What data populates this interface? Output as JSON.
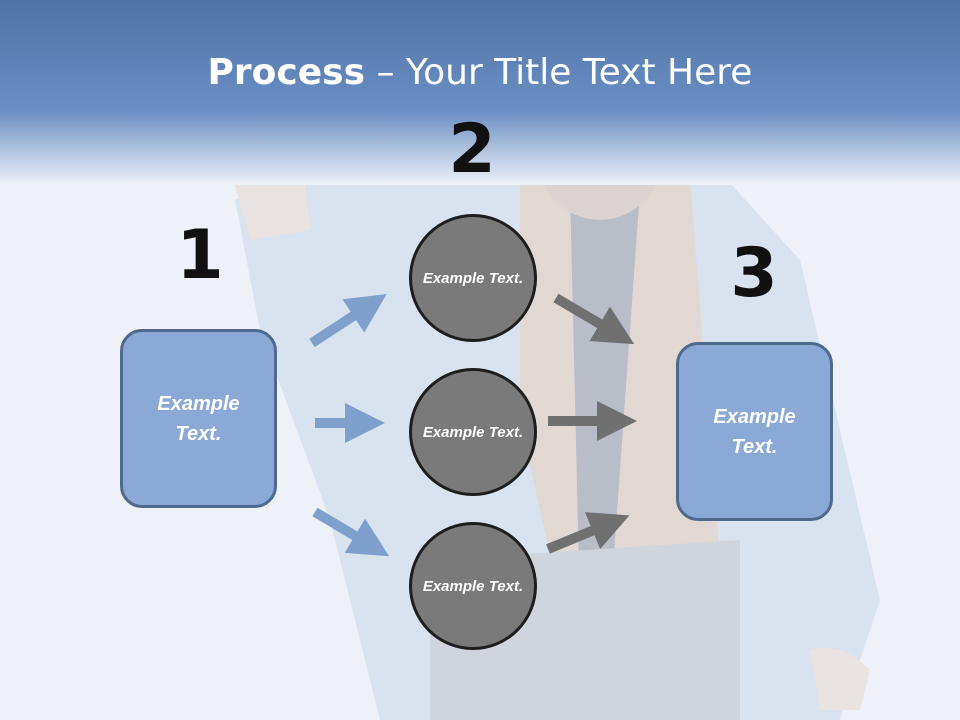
{
  "slide": {
    "title_bold": "Process",
    "title_rest": " – Your Title Text Here"
  },
  "steps": {
    "step1_number": "1",
    "step2_number": "2",
    "step3_number": "3"
  },
  "boxes": {
    "left_text": "Example Text.",
    "right_text": "Example Text."
  },
  "circles": [
    {
      "text": "Example Text."
    },
    {
      "text": "Example Text."
    },
    {
      "text": "Example Text."
    }
  ],
  "colors": {
    "header_band": "#5f84b8",
    "box_fill": "#8aa9d6",
    "box_border": "#4e6a8e",
    "circle_fill": "#7a7a7a",
    "blue_arrow": "#7f9fcc",
    "gray_arrow": "#707070"
  }
}
